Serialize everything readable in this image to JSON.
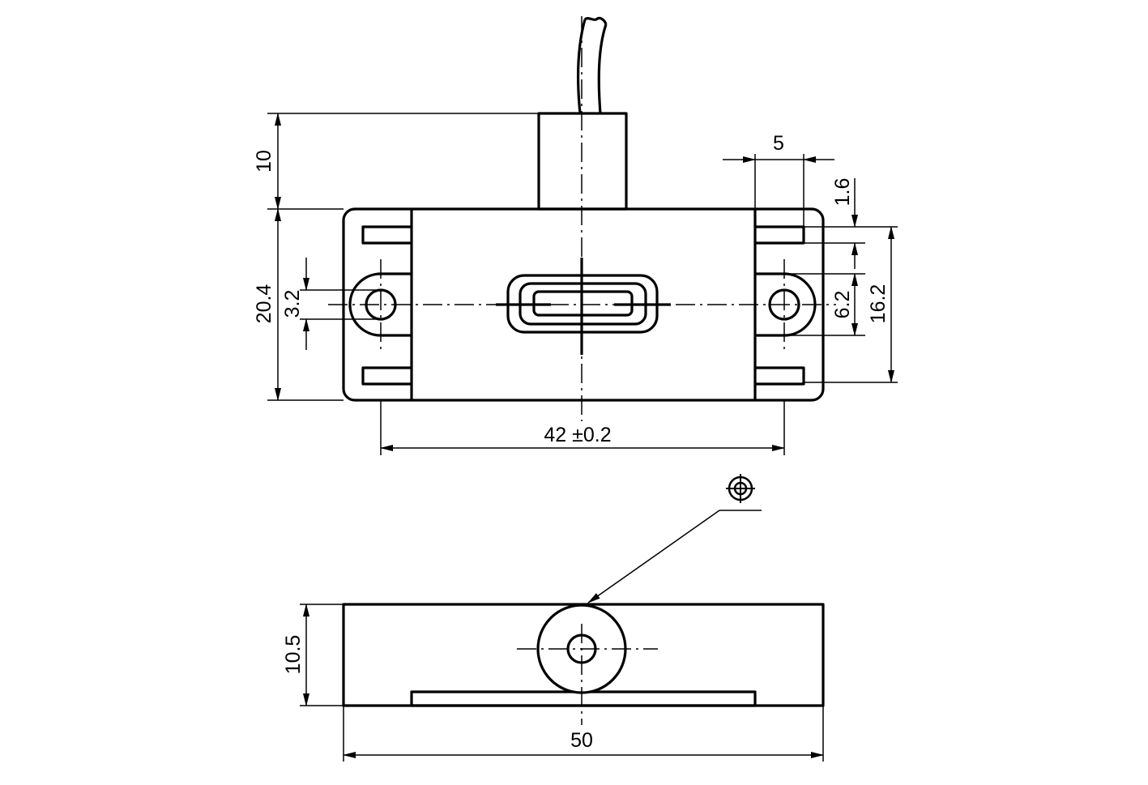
{
  "drawing": {
    "title": "Sensor dimension drawing",
    "top_view": {
      "dimensions": {
        "cable_boot_height": "10",
        "slot_width": "5",
        "slot_height": "1.6",
        "body_height": "20.4",
        "hole_diameter": "3.2",
        "ear_height": "6.2",
        "slot_spacing": "16.2",
        "hole_spacing": "42 ±0.2"
      }
    },
    "side_view": {
      "sensing_face_symbol": "sensing-face-target",
      "dimensions": {
        "height": "10.5",
        "length": "50"
      }
    }
  }
}
